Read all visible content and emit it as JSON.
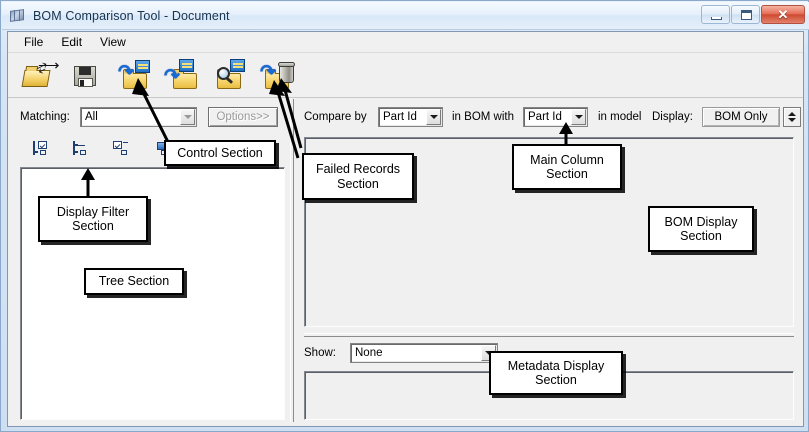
{
  "window": {
    "title": "BOM Comparison Tool - Document",
    "icon": "application-grid-icon",
    "controls": {
      "minimize": "minimize-button",
      "maximize": "maximize-button",
      "close_label": "✕"
    }
  },
  "menubar": {
    "items": [
      {
        "label": "File"
      },
      {
        "label": "Edit"
      },
      {
        "label": "View"
      }
    ]
  },
  "toolbar": {
    "buttons": [
      {
        "name": "open-file-button",
        "icon": "open-folder-icon"
      },
      {
        "name": "save-file-button",
        "icon": "floppy-disk-save-icon"
      },
      {
        "name": "import-bom-button",
        "icon": "folder-import-chip-icon"
      },
      {
        "name": "export-bom-button",
        "icon": "folder-export-chip-icon"
      },
      {
        "name": "search-bom-button",
        "icon": "folder-search-chip-icon"
      },
      {
        "name": "delete-bom-button",
        "icon": "folder-trash-icon"
      }
    ]
  },
  "control_section": {
    "matching_label": "Matching:",
    "matching_value": "All",
    "options_button": "Options>>"
  },
  "display_filter": {
    "icons": [
      {
        "name": "filter-show-checked-icon"
      },
      {
        "name": "filter-show-all-icon"
      },
      {
        "name": "filter-expand-checked-icon"
      },
      {
        "name": "filter-selected-node-icon"
      }
    ]
  },
  "main_column": {
    "compare_by_label": "Compare by",
    "compare_by_value": "Part Id",
    "in_bom_with_label": "in BOM with",
    "bom_with_value": "Part Id",
    "in_model_label": "in model",
    "display_label": "Display:",
    "display_value": "BOM Only"
  },
  "metadata_section": {
    "show_label": "Show:",
    "show_value": "None"
  },
  "annotations": [
    {
      "name": "callout-control-section",
      "text": "Control Section"
    },
    {
      "name": "callout-display-filter",
      "line1": "Display Filter",
      "line2": "Section"
    },
    {
      "name": "callout-tree-section",
      "text": "Tree Section"
    },
    {
      "name": "callout-failed-records",
      "line1": "Failed Records",
      "line2": "Section"
    },
    {
      "name": "callout-main-column",
      "line1": "Main Column",
      "line2": "Section"
    },
    {
      "name": "callout-bom-display",
      "line1": "BOM Display",
      "line2": "Section"
    },
    {
      "name": "callout-metadata-display",
      "line1": "Metadata Display",
      "line2": "Section"
    }
  ],
  "colors": {
    "window_frame": "#c6d9f0",
    "client_bg": "#f0f0f0",
    "accent_blue": "#1769d6",
    "folder_yellow": "#f3d071",
    "close_red": "#cf4a31"
  }
}
